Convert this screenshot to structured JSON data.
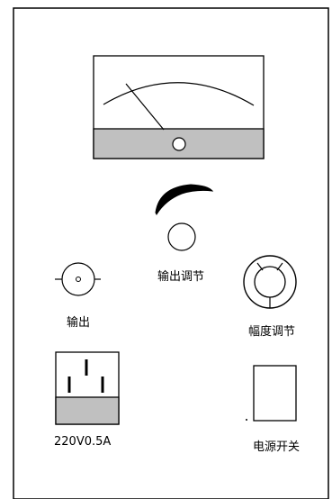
{
  "labels": {
    "output_adjust": "输出调节",
    "output": "输出",
    "amplitude_adjust": "幅度调节",
    "power_rating": "220V0.5A",
    "power_switch": "电源开关"
  },
  "colors": {
    "outline": "#000000",
    "panel_gray": "#c0c0c0",
    "background": "#ffffff"
  }
}
